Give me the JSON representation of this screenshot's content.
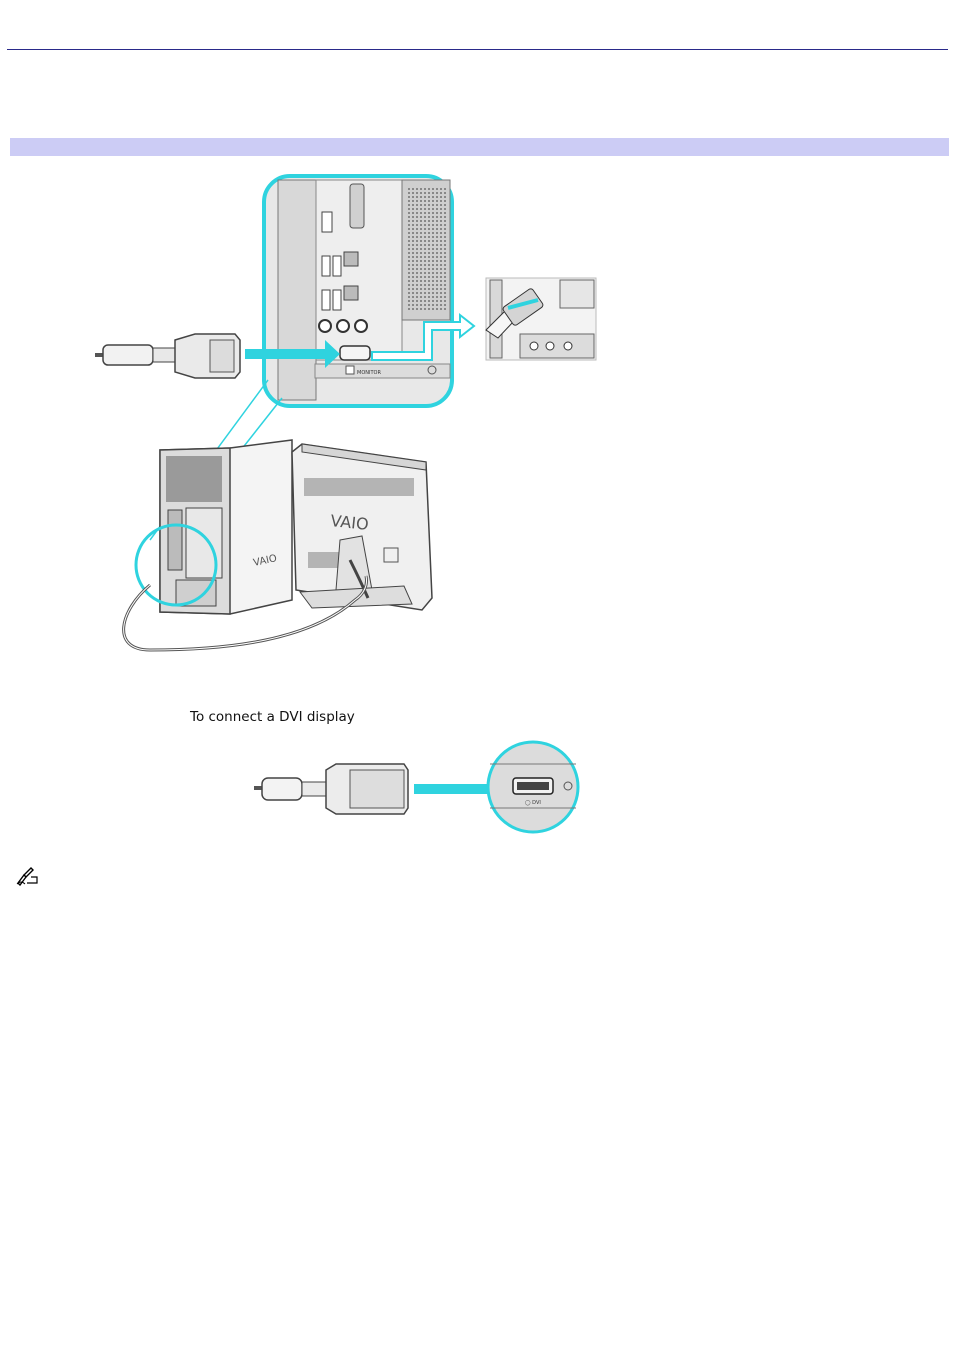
{
  "colors": {
    "rule": "#2a2a8a",
    "band": "#ccccf5",
    "highlight": "#2fd3df",
    "device_fill": "#e6e6e6",
    "outline": "#555555"
  },
  "figure_vga": {
    "brand_label": "VAIO",
    "port_label": "MONITOR"
  },
  "figure_dvi": {
    "caption": "To connect a DVI display"
  },
  "note": {
    "icon": "pencil-note-icon"
  }
}
